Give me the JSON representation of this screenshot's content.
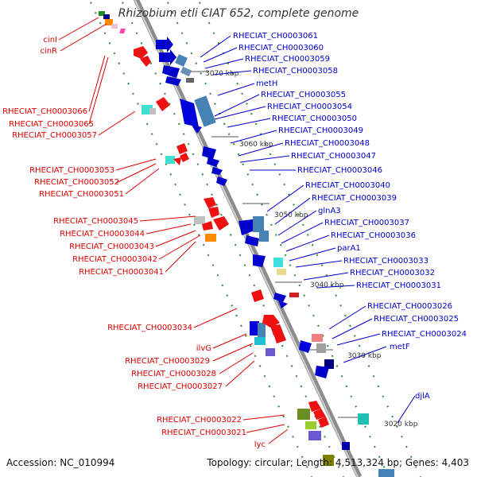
{
  "title": "Rhizobium etli CIAT 652, complete genome",
  "footer": {
    "accession": "Accession: NC_010994",
    "summary": "Topology: circular; Length: 4,513,324 bp; Genes: 4,403"
  },
  "colors": {
    "reverse_strand": "#dd0000",
    "forward_strand": "#0000cc",
    "backbone": "#8c8c8c",
    "tick": "#228b22"
  },
  "kbp_ticks": [
    "3070 kbp",
    "3060 kbp",
    "3050 kbp",
    "3040 kbp",
    "3030 kbp",
    "3020 kbp"
  ],
  "left_labels": [
    "cinI",
    "cinR",
    "RHECIAT_CH0003066",
    "RHECIAT_CH0003065",
    "RHECIAT_CH0003057",
    "RHECIAT_CH0003053",
    "RHECIAT_CH0003052",
    "RHECIAT_CH0003051",
    "RHECIAT_CH0003045",
    "RHECIAT_CH0003044",
    "RHECIAT_CH0003043",
    "RHECIAT_CH0003042",
    "RHECIAT_CH0003041",
    "RHECIAT_CH0003034",
    "ilvG",
    "RHECIAT_CH0003029",
    "RHECIAT_CH0003028",
    "RHECIAT_CH0003027",
    "RHECIAT_CH0003022",
    "RHECIAT_CH0003021",
    "lyc"
  ],
  "right_labels": [
    "RHECIAT_CH0003061",
    "RHECIAT_CH0003060",
    "RHECIAT_CH0003059",
    "RHECIAT_CH0003058",
    "metH",
    "RHECIAT_CH0003055",
    "RHECIAT_CH0003054",
    "RHECIAT_CH0003050",
    "RHECIAT_CH0003049",
    "RHECIAT_CH0003048",
    "RHECIAT_CH0003047",
    "RHECIAT_CH0003046",
    "RHECIAT_CH0003040",
    "RHECIAT_CH0003039",
    "glnA3",
    "RHECIAT_CH0003037",
    "RHECIAT_CH0003036",
    "parA1",
    "RHECIAT_CH0003033",
    "RHECIAT_CH0003032",
    "RHECIAT_CH0003031",
    "RHECIAT_CH0003026",
    "RHECIAT_CH0003025",
    "RHECIAT_CH0003024",
    "metF",
    "djlA"
  ]
}
